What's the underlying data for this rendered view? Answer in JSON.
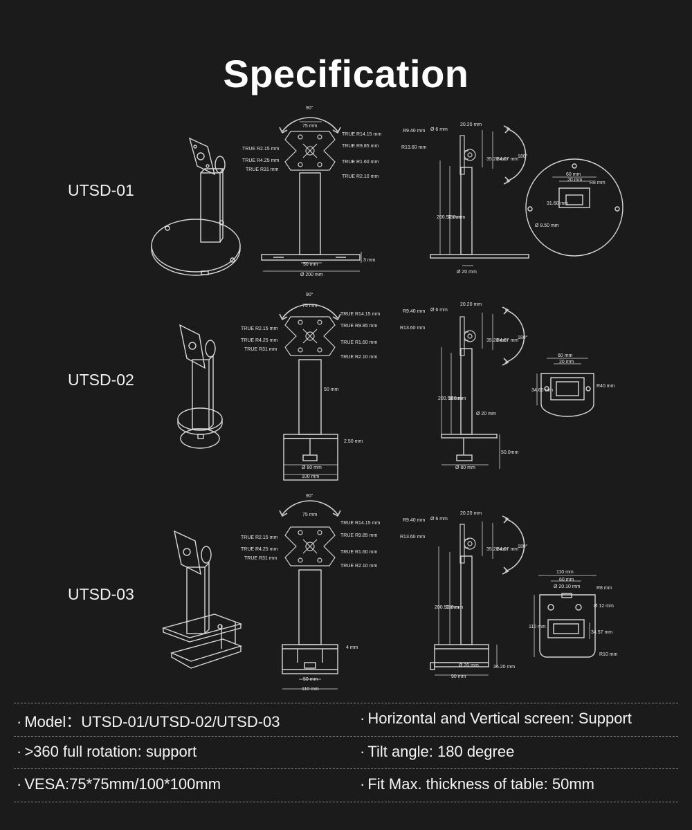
{
  "title": "Specification",
  "models": [
    {
      "label": "UTSD-01"
    },
    {
      "label": "UTSD-02"
    },
    {
      "label": "UTSD-03"
    }
  ],
  "dims": {
    "angle90": "90°",
    "w75": "75 mm",
    "true_r2_15": "TRUE R2.15 mm",
    "true_r4_25": "TRUE R4.25 mm",
    "true_r31": "TRUE R31 mm",
    "true_r14_15": "TRUE R14.15 mm",
    "true_r9_85": "TRUE R9.85 mm",
    "true_r1_60": "TRUE R1.60 mm",
    "true_r2_10": "TRUE R2.10 mm",
    "r9_40": "R9.40 mm",
    "phi6": "Ø 6 mm",
    "r13_60": "R13.60 mm",
    "w20_20": "20.20 mm",
    "h35_20": "35.20 mm",
    "h84_07": "84.07 mm",
    "angle180": "180°",
    "h200_50": "200.50 mm",
    "h180": "180 mm",
    "phi20": "Ø 20 mm",
    "w60": "60 mm",
    "w20": "20 mm",
    "r8": "R8 mm",
    "h31_60": "31.60 mm",
    "phi8_50": "Ø 8.50 mm",
    "w50": "50 mm",
    "phi200": "Ø 200 mm",
    "h3": "3 mm",
    "h2_50": "2.50 mm",
    "phi80": "Ø 80 mm",
    "w100": "100 mm",
    "h50": "50.0mm",
    "h34_60": "34.60 mm",
    "r40": "R40 mm",
    "h4": "4 mm",
    "w110": "110 mm",
    "h36_20": "36.20 mm",
    "w90": "90 mm",
    "phi20_10": "Ø 20.10 mm",
    "phi12": "Ø 12 mm",
    "h34_57": "34.57 mm",
    "r10": "R10 mm"
  },
  "specs": [
    {
      "left": "Model：UTSD-01/UTSD-02/UTSD-03",
      "right": "Horizontal and Vertical screen: Support"
    },
    {
      "left": ">360 full rotation: support",
      "right": "Tilt angle: 180 degree"
    },
    {
      "left": "VESA:75*75mm/100*100mm",
      "right": "Fit Max. thickness of table: 50mm"
    }
  ],
  "bullet": "·"
}
